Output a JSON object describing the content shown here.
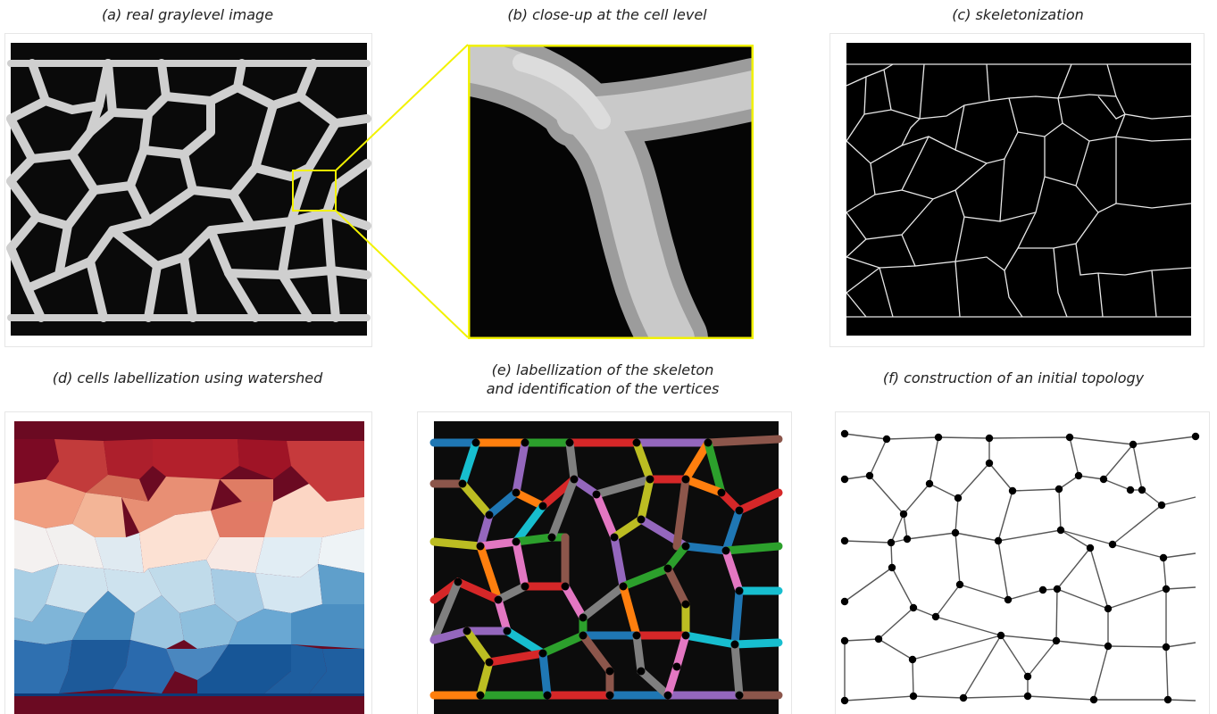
{
  "figure": {
    "panels": [
      {
        "id": "a",
        "caption": "(a) real graylevel image"
      },
      {
        "id": "b",
        "caption": "(b) close-up at the cell level"
      },
      {
        "id": "c",
        "caption": "(c) skeletonization"
      },
      {
        "id": "d",
        "caption": "(d) cells labellization using watershed"
      },
      {
        "id": "e",
        "caption_line1": "(e) labellization of the skeleton",
        "caption_line2": "and identification of the vertices"
      },
      {
        "id": "f",
        "caption": "(f) construction of an initial topology"
      }
    ]
  },
  "colors": {
    "image_dark": "#050505",
    "strut_gray": "#cfcfcf",
    "highlight_box": "#f2f200",
    "skeleton_line": "#e8e8e8",
    "vertex": "#000000",
    "edge": "#555555"
  }
}
